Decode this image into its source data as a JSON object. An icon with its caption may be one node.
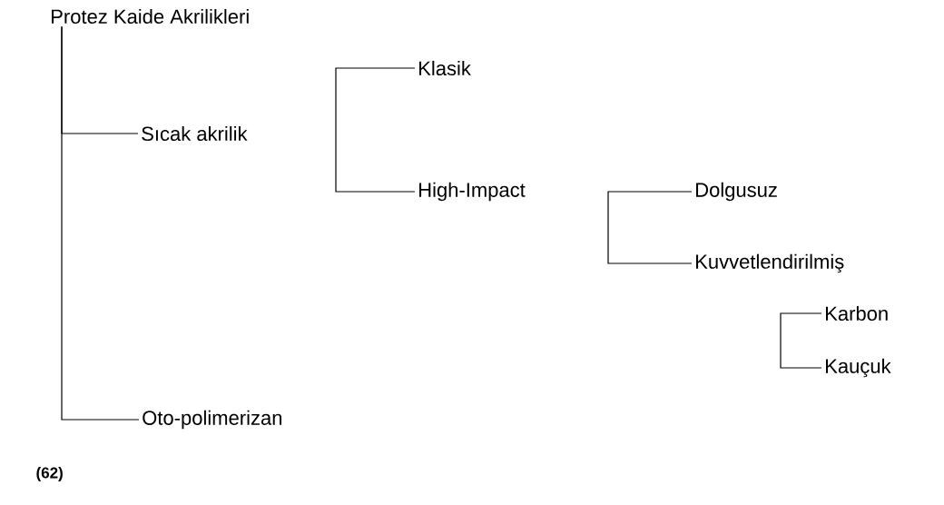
{
  "diagram": {
    "nodes": [
      {
        "text": [
          "Protez Kaide Akrilikleri"
        ]
      },
      {
        "text": [
          "Sıcak akrilik"
        ]
      },
      {
        "text": [
          "Klasik"
        ]
      },
      {
        "text": [
          "High-Impact"
        ]
      },
      {
        "text": [
          "Dolgusuz"
        ]
      },
      {
        "text": [
          "Kuvvetlendirilmiş"
        ]
      },
      {
        "text": [
          "Karbon"
        ]
      },
      {
        "text": [
          "Kauçuk"
        ]
      },
      {
        "text": [
          "Oto-polimerizan"
        ]
      }
    ],
    "edges": [
      {
        "from": 0,
        "to": 1,
        "arrow": "none"
      },
      {
        "from": 0,
        "to": 8,
        "arrow": "none"
      },
      {
        "from": null,
        "to": 2,
        "arrow": "none"
      },
      {
        "from": null,
        "to": 3,
        "arrow": "none"
      },
      {
        "from": null,
        "to": 4,
        "arrow": "none"
      },
      {
        "from": null,
        "to": 5,
        "arrow": "none"
      },
      {
        "from": null,
        "to": 6,
        "arrow": "none"
      },
      {
        "from": null,
        "to": 7,
        "arrow": "none"
      }
    ],
    "labels": [
      "(62)"
    ]
  }
}
